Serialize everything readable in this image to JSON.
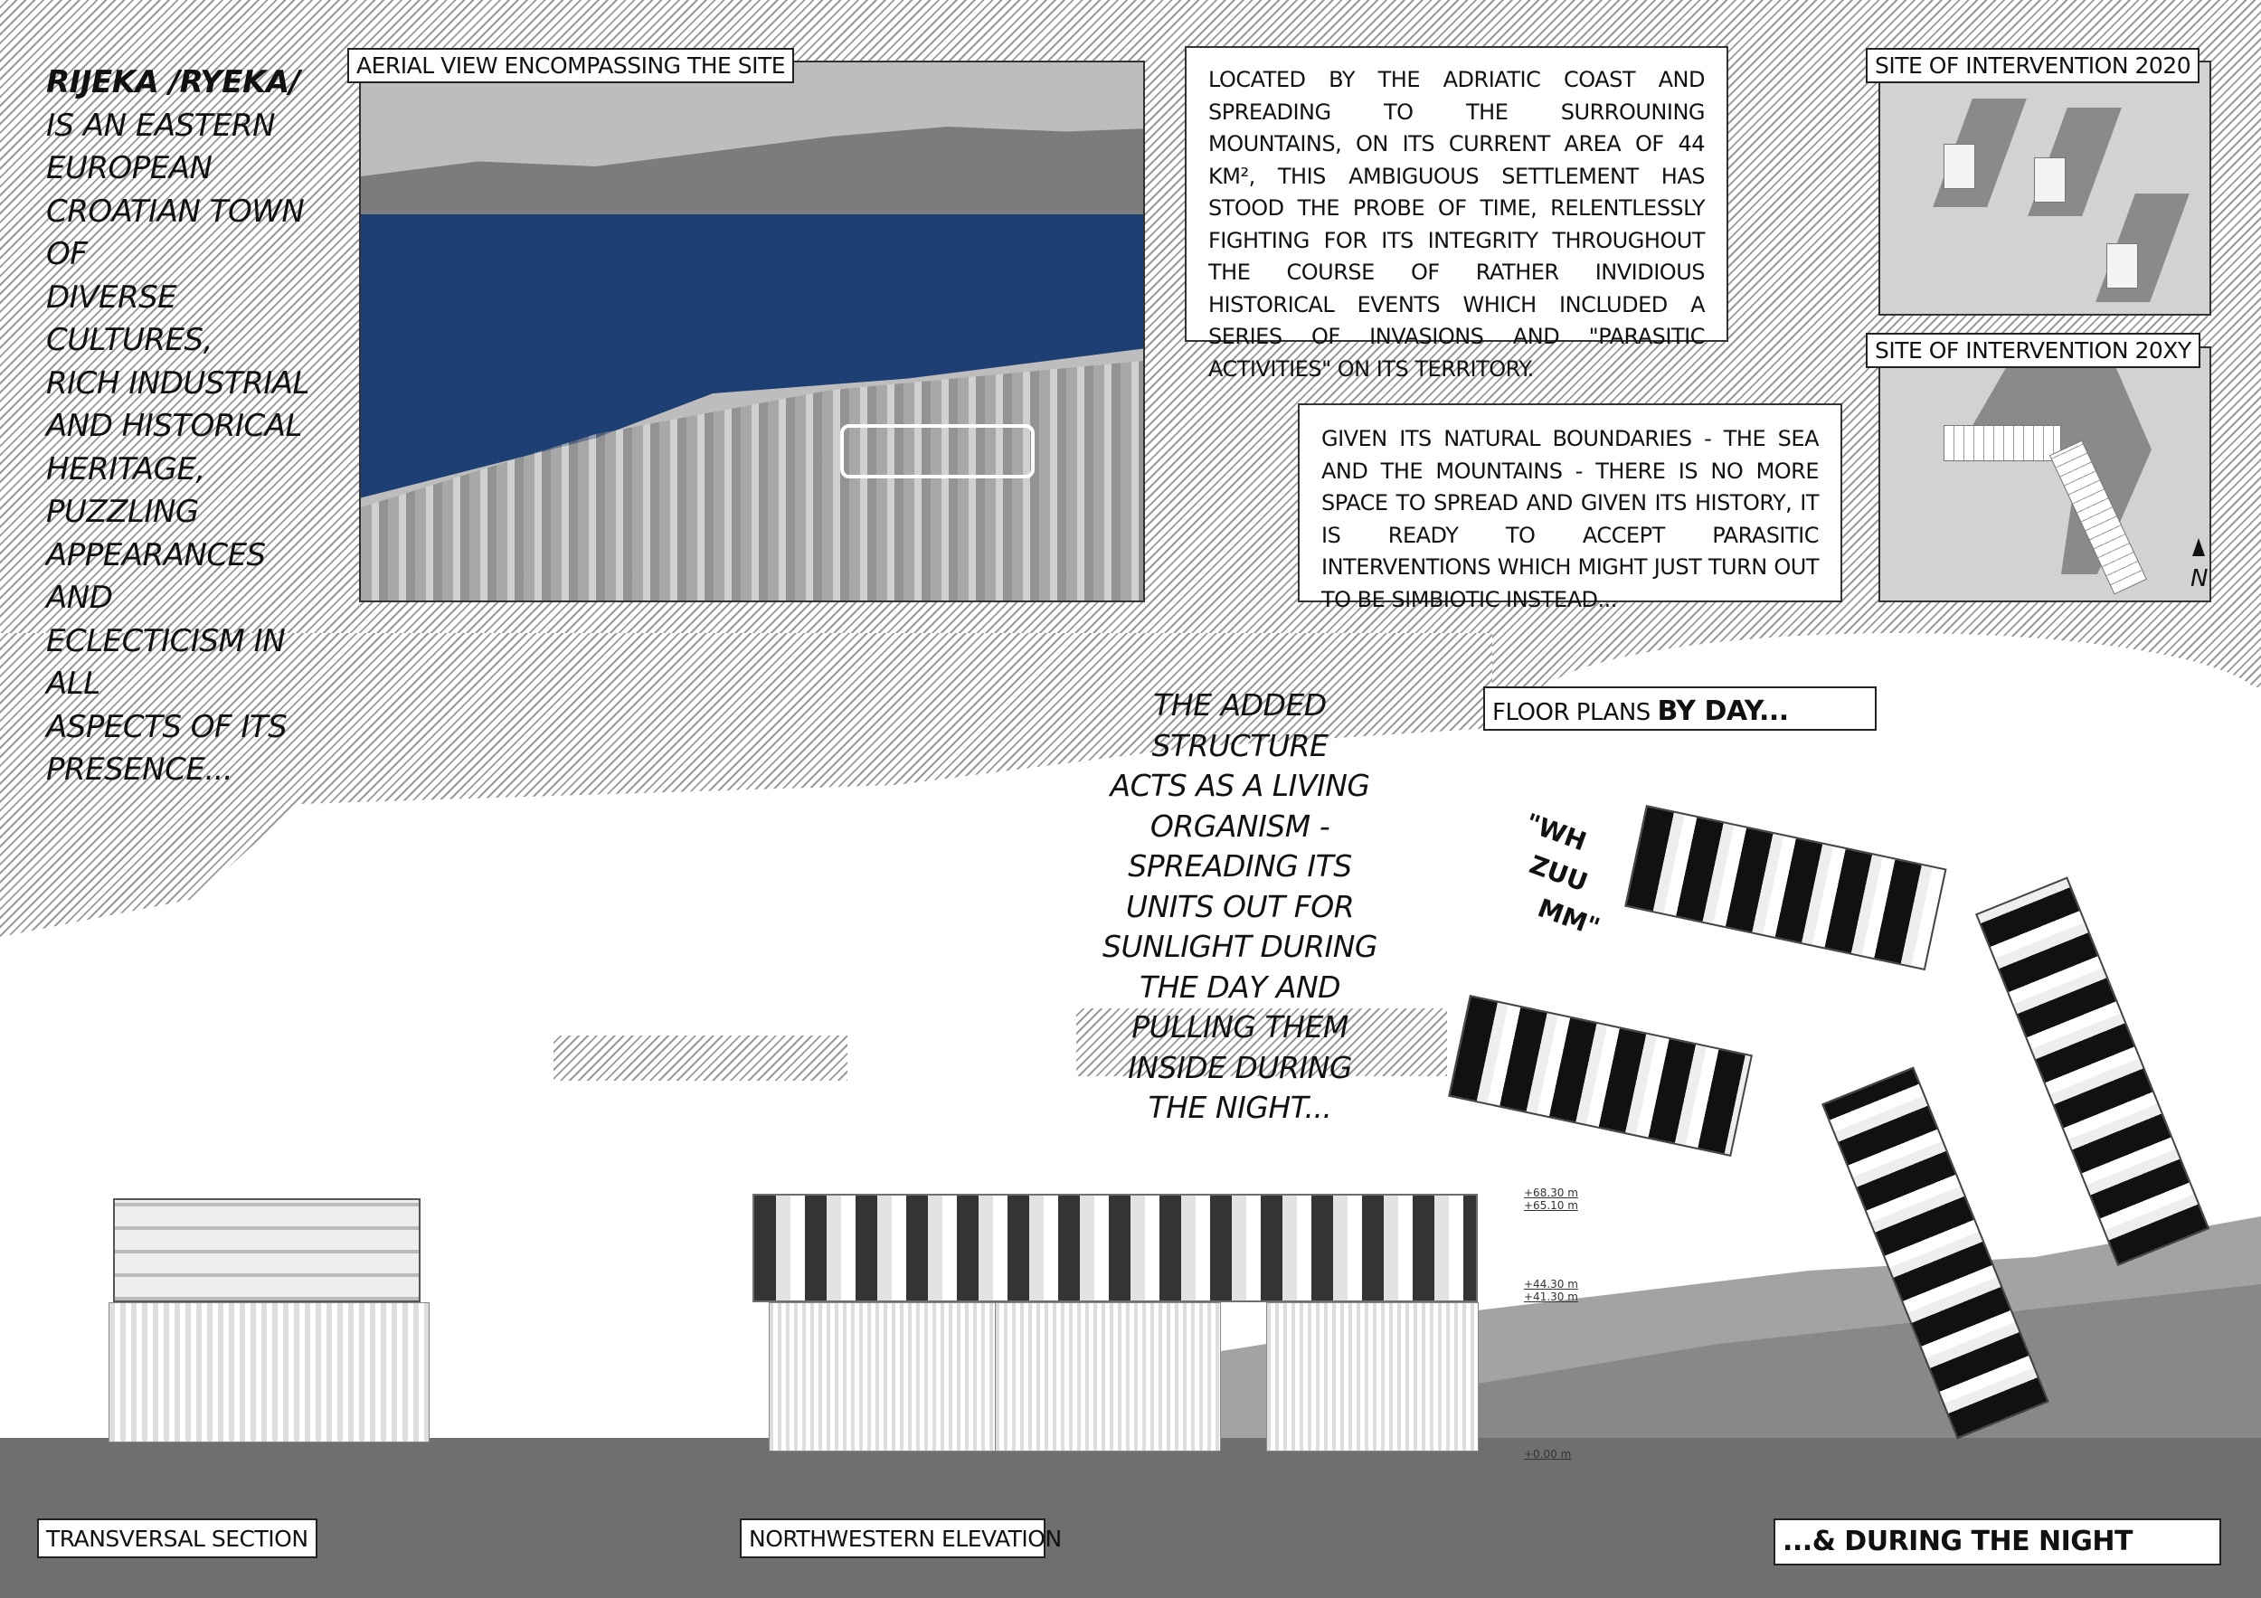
{
  "intro": {
    "title": "RIJEKA /RYEKA/",
    "lines": [
      "IS AN EASTERN",
      "EUROPEAN",
      "CROATIAN TOWN OF",
      "DIVERSE CULTURES,",
      "RICH INDUSTRIAL",
      "AND HISTORICAL",
      "HERITAGE, PUZZLING",
      "APPEARANCES AND",
      "ECLECTICISM IN ALL",
      "ASPECTS OF ITS",
      "PRESENCE..."
    ]
  },
  "aerial": {
    "label": "AERIAL VIEW ENCOMPASSING THE SITE"
  },
  "text_box_1": "LOCATED BY THE ADRIATIC COAST AND SPREADING TO THE SURROUNING MOUNTAINS, ON ITS CURRENT AREA OF 44 KM², THIS AMBIGUOUS SETTLEMENT HAS STOOD THE PROBE OF TIME, RELENTLESSLY FIGHTING FOR ITS INTEGRITY THROUGHOUT THE COURSE OF RATHER INVIDIOUS HISTORICAL EVENTS WHICH INCLUDED A SERIES OF INVASIONS AND \"PARASITIC ACTIVITIES\" ON ITS TERRITORY.",
  "text_box_2": "GIVEN ITS NATURAL BOUNDARIES - THE SEA AND THE MOUNTAINS - THERE IS NO MORE SPACE TO SPREAD AND GIVEN ITS HISTORY, IT IS READY TO ACCEPT PARASITIC INTERVENTIONS WHICH MIGHT JUST TURN OUT TO BE SIMBIOTIC INSTEAD...",
  "site_2020": {
    "label": "SITE OF INTERVENTION 2020"
  },
  "site_20xy": {
    "label": "SITE OF INTERVENTION 20XY",
    "north": "N"
  },
  "center_text": [
    "THE ADDED",
    "STRUCTURE",
    "ACTS AS A LIVING",
    "ORGANISM -",
    "SPREADING ITS",
    "UNITS OUT FOR",
    "SUNLIGHT DURING",
    "THE DAY AND",
    "PULLING THEM",
    "INSIDE DURING",
    "THE NIGHT..."
  ],
  "floor_plans": {
    "prefix": "FLOOR PLANS ",
    "emphasis": "BY DAY..."
  },
  "sound": [
    "\"WH",
    "ZUU",
    "MM\""
  ],
  "levels": [
    "+68.30 m",
    "+65.10 m",
    "+44.30 m",
    "+41.30 m",
    "+0.00 m"
  ],
  "labels": {
    "section": "TRANSVERSAL SECTION",
    "elevation": "NORTHWESTERN ELEVATION",
    "night": "...& DURING THE NIGHT"
  },
  "colors": {
    "sea": "#1e3f73",
    "ground": "#6f6f6f"
  }
}
